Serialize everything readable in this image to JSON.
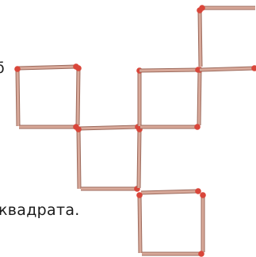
{
  "texts": {
    "top_fragment": "б",
    "bottom_fragment": "квадрата."
  },
  "colors": {
    "match_body": "#d8a99a",
    "match_edge": "#9c6a5c",
    "match_head": "#d9463a",
    "text": "#1a1a1a",
    "background": "#ffffff"
  },
  "puzzle": {
    "piece": "match",
    "match_count": 19
  }
}
